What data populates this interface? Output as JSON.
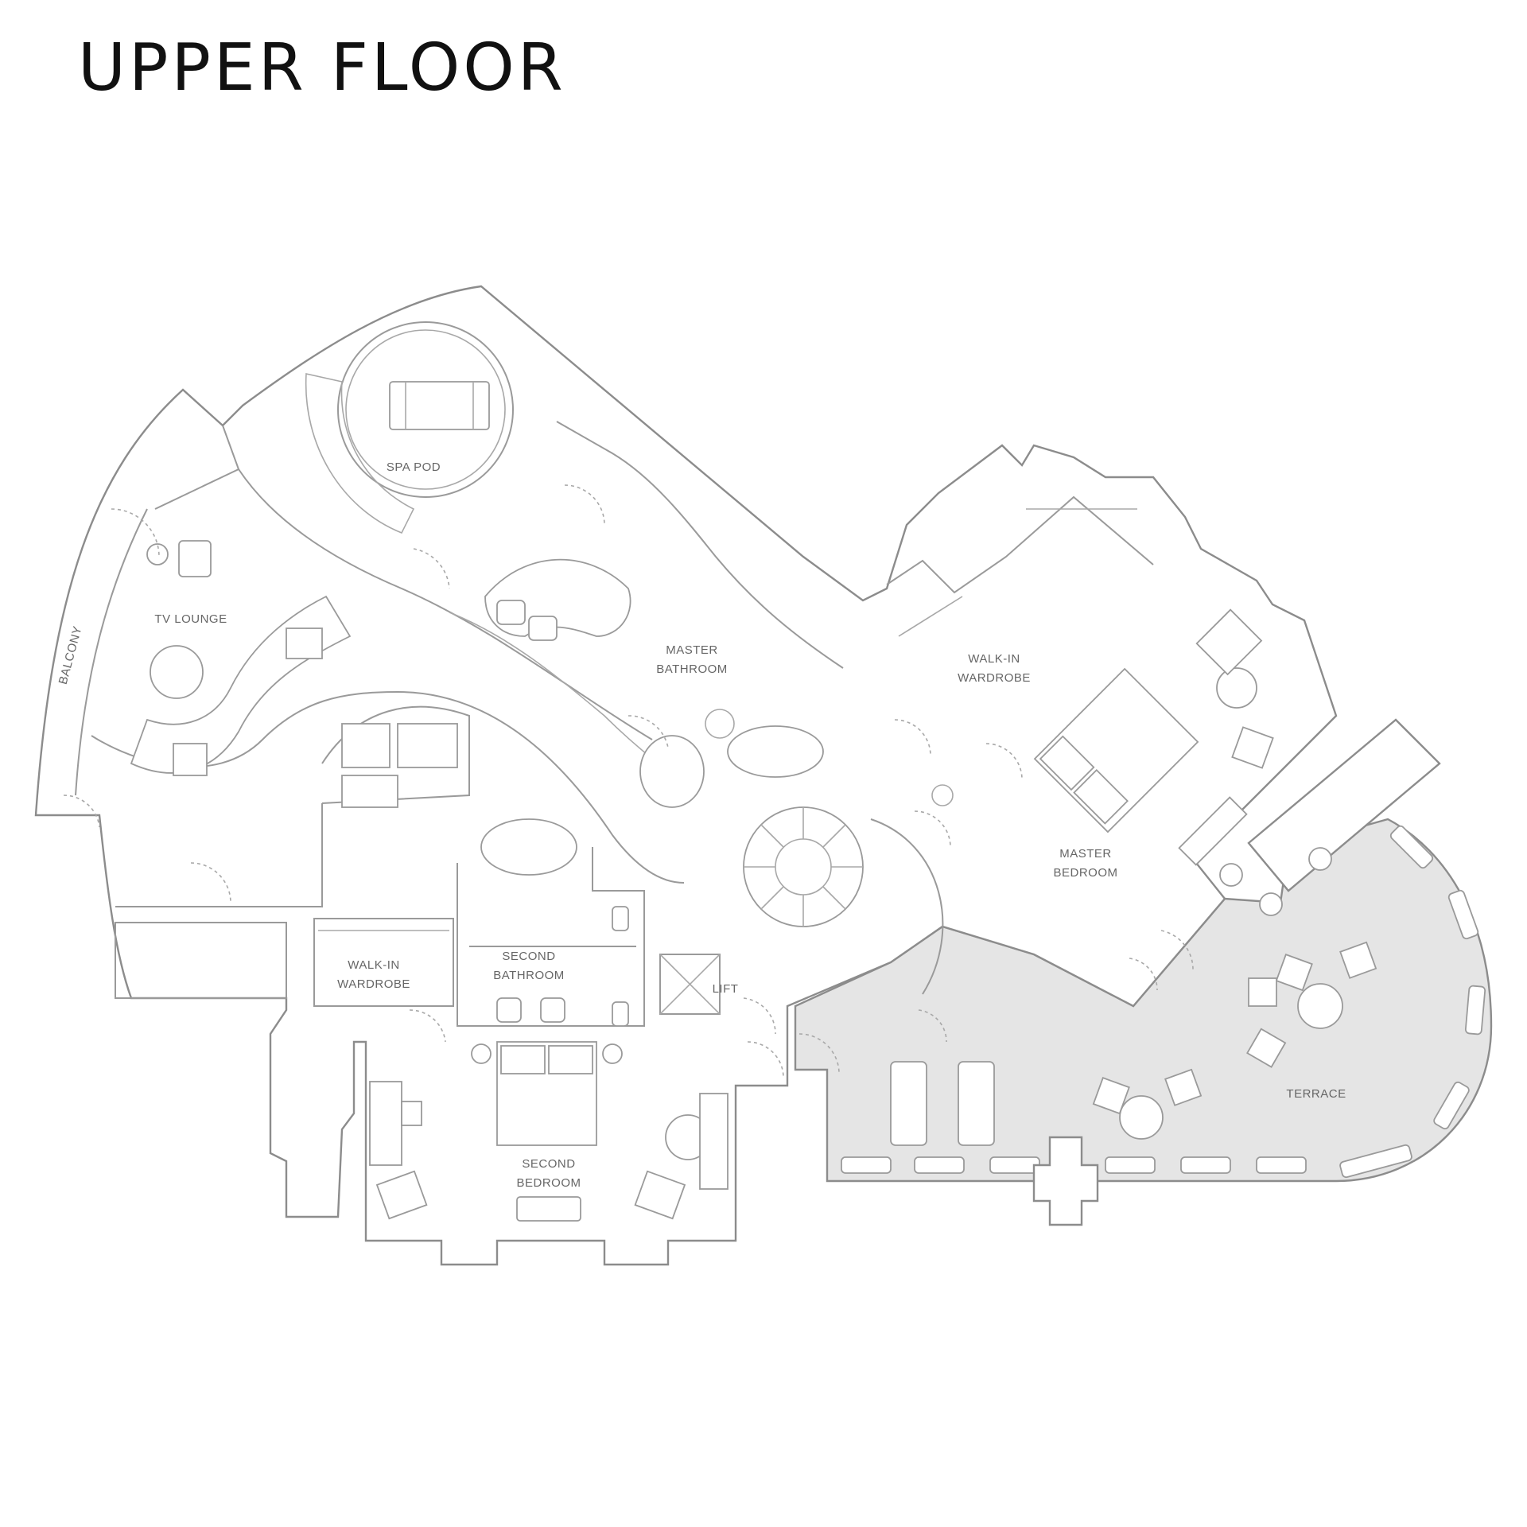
{
  "title": "UPPER FLOOR",
  "rooms": {
    "spa_pod": "SPA POD",
    "tv_lounge": "TV LOUNGE",
    "balcony": "BALCONY",
    "master_bathroom": [
      "MASTER",
      "BATHROOM"
    ],
    "walk_in_wardrobe_master": [
      "WALK-IN",
      "WARDROBE"
    ],
    "master_bedroom": [
      "MASTER",
      "BEDROOM"
    ],
    "walk_in_wardrobe_second": [
      "WALK-IN",
      "WARDROBE"
    ],
    "second_bathroom": [
      "SECOND",
      "BATHROOM"
    ],
    "lift": "LIFT",
    "second_bedroom": [
      "SECOND",
      "BEDROOM"
    ],
    "terrace": "TERRACE"
  }
}
